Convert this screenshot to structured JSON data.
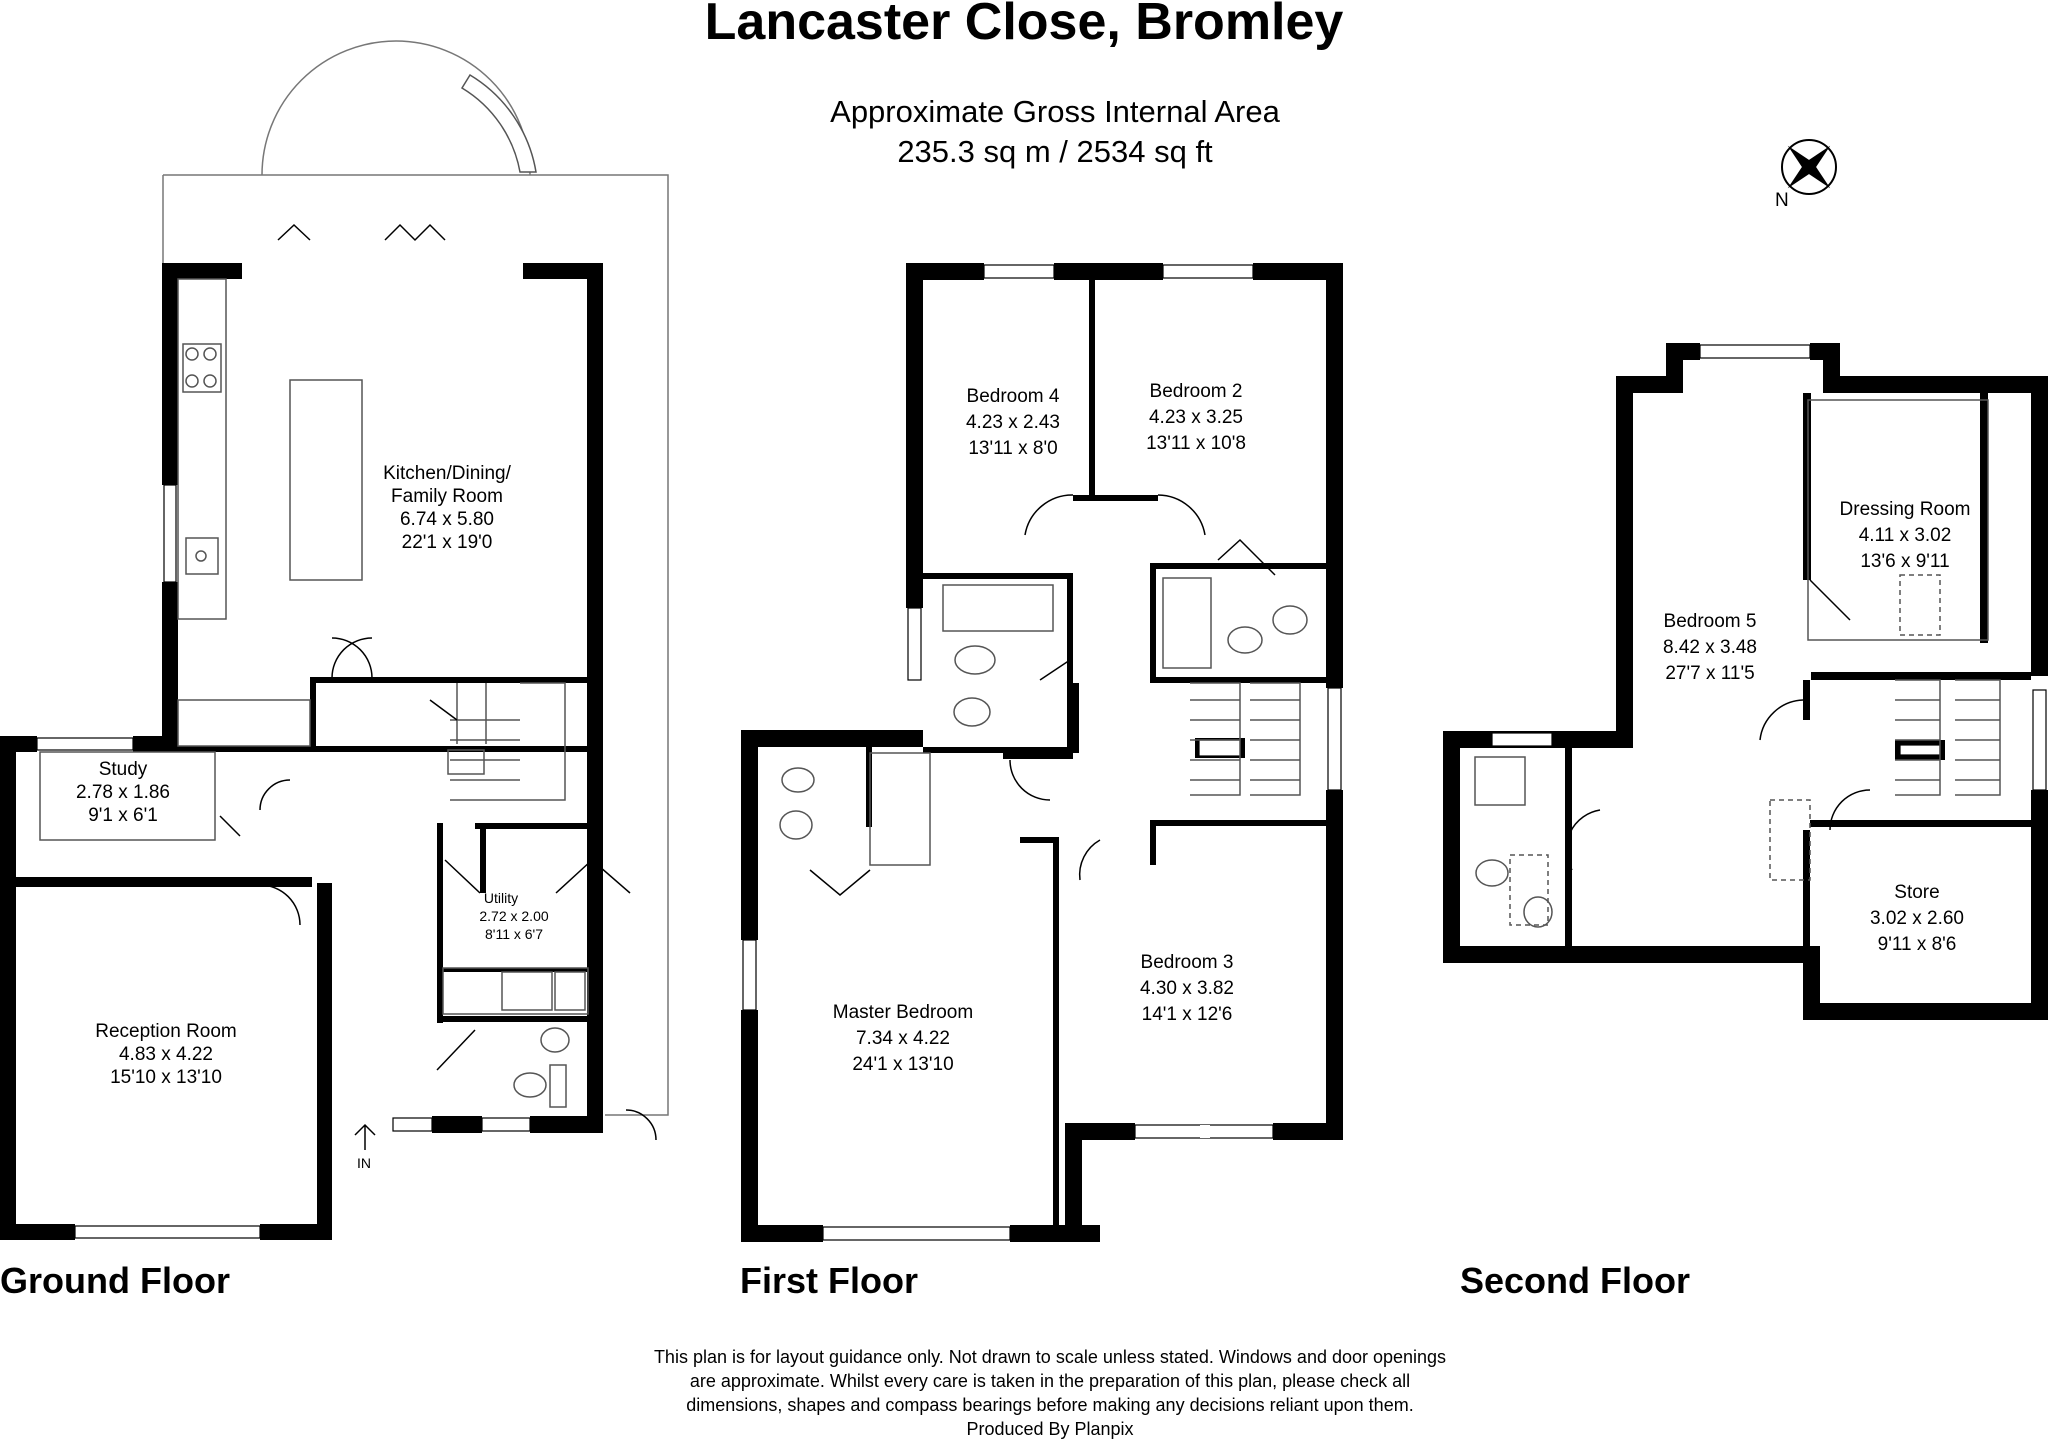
{
  "title": "Lancaster Close, Bromley",
  "area": {
    "label": "Approximate Gross Internal Area",
    "value": "235.3 sq m / 2534 sq ft"
  },
  "compass_label": "N",
  "entrance_label": "IN",
  "floors": {
    "ground": "Ground Floor",
    "first": "First Floor",
    "second": "Second Floor"
  },
  "rooms": {
    "kitchen": {
      "name1": "Kitchen/Dining/",
      "name2": "Family Room",
      "metric": "6.74 x 5.80",
      "imperial": "22'1 x 19'0"
    },
    "study": {
      "name": "Study",
      "metric": "2.78 x 1.86",
      "imperial": "9'1 x 6'1"
    },
    "reception": {
      "name": "Reception Room",
      "metric": "4.83 x 4.22",
      "imperial": "15'10 x 13'10"
    },
    "utility": {
      "name": "Utility",
      "metric": "2.72 x 2.00",
      "imperial": "8'11 x 6'7"
    },
    "bedroom4": {
      "name": "Bedroom 4",
      "metric": "4.23 x 2.43",
      "imperial": "13'11 x 8'0"
    },
    "bedroom2": {
      "name": "Bedroom 2",
      "metric": "4.23 x 3.25",
      "imperial": "13'11 x 10'8"
    },
    "master": {
      "name": "Master Bedroom",
      "metric": "7.34 x 4.22",
      "imperial": "24'1 x 13'10"
    },
    "bedroom3": {
      "name": "Bedroom 3",
      "metric": "4.30 x 3.82",
      "imperial": "14'1 x 12'6"
    },
    "bedroom5": {
      "name": "Bedroom 5",
      "metric": "8.42 x 3.48",
      "imperial": "27'7 x 11'5"
    },
    "dressing": {
      "name": "Dressing Room",
      "metric": "4.11 x 3.02",
      "imperial": "13'6 x 9'11"
    },
    "store": {
      "name": "Store",
      "metric": "3.02 x 2.60",
      "imperial": "9'11 x 8'6"
    }
  },
  "disclaimer": {
    "line1": "This plan is for layout guidance only. Not drawn to scale unless stated. Windows and door openings",
    "line2": "are approximate. Whilst every care is taken in the preparation of this plan, please check all",
    "line3": "dimensions, shapes and compass bearings before making any decisions reliant upon them.",
    "line4": "Produced By Planpix"
  }
}
